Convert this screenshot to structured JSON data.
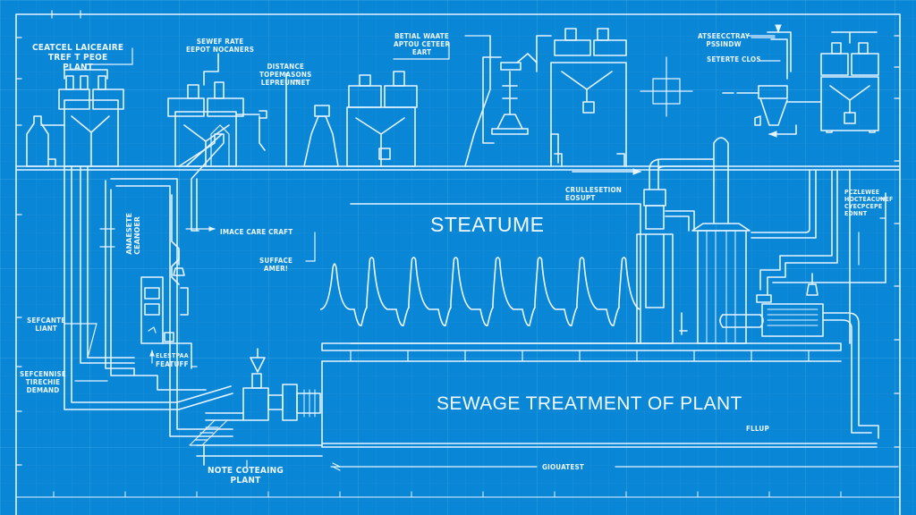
{
  "diagram": {
    "type": "blueprint",
    "title": "SEWAGE TREATMENT OF PLANT",
    "tank_label": "STEATUME",
    "colors": {
      "background": "#0a86d6",
      "grid": "#2a98de",
      "line": "#e6f4ff"
    },
    "labels": {
      "central_lakeside": "CEATCEL LAICEAIRE\nTREF T PEOE\nPLANT",
      "sewage_rate": "SEWEF RATE\nEEPOT NOCANERS",
      "distance": "DISTANCE\nTOPEMASONS\nLEPREUNNET",
      "detail_waste": "BETIAL WAATE\nAPTOU CETEER\nEART",
      "aerodynamic": "ATSEECCTRAY\nPSSINDW",
      "sedimentation": "SETERTE CLOS",
      "collection": "CRULLESETION\nEOSUPT",
      "right_column": "PCZLEWEE\nHOCTEACUNEF\nCYECPCEPE\nEDNNT",
      "secondary_plant": "SEFCANTE\nLIANT",
      "sedimentation_demand": "SEFCENNISE\nTIRECHIE\nDEMAND",
      "intake_flow": "IMACE CARE CRAFT",
      "surface_inner": "SUFFACE\nAMER!",
      "vertical_stream": "ANAESETE\nCEANOER",
      "feature": "FEATUFF",
      "feature_top": "ELESTPAA",
      "note_coating": "NOTE COTEAING\nPLANT",
      "flow": "FLLUP",
      "groundtest": "GIOUATEST"
    }
  }
}
